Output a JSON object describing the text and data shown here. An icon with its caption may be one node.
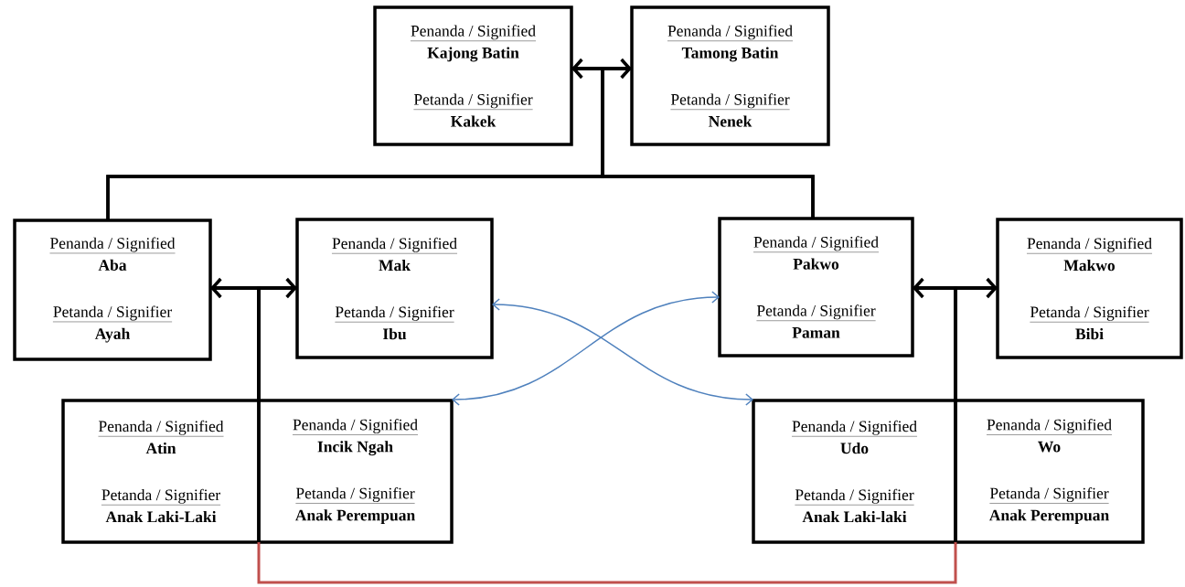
{
  "diagram": {
    "nodes": [
      {
        "text": [
          "Penanda / Signified",
          "Kajong Batin",
          "Petanda / Signifier",
          "Kakek"
        ]
      },
      {
        "text": [
          "Penanda / Signified",
          "Tamong Batin",
          "Petanda / Signifier",
          "Nenek"
        ]
      },
      {
        "text": [
          "Penanda / Signified",
          "Aba",
          "Petanda / Signifier",
          "Ayah"
        ]
      },
      {
        "text": [
          "Penanda / Signified",
          "Mak",
          "Petanda / Signifier",
          "Ibu"
        ]
      },
      {
        "text": [
          "Penanda / Signified",
          "Pakwo",
          "Petanda / Signifier",
          "Paman"
        ]
      },
      {
        "text": [
          "Penanda / Signified",
          "Makwo",
          "Petanda / Signifier",
          "Bibi"
        ]
      },
      {
        "text": [
          "Penanda / Signified",
          "Atin",
          "Petanda / Signifier",
          "Anak Laki-Laki"
        ]
      },
      {
        "text": [
          "Penanda / Signified",
          "Incik Ngah",
          "Petanda / Signifier",
          "Anak Perempuan"
        ]
      },
      {
        "text": [
          "Penanda / Signified",
          "Udo",
          "Petanda / Signifier",
          "Anak Laki-laki"
        ]
      },
      {
        "text": [
          "Penanda / Signified",
          "Wo",
          "Petanda / Signifier",
          "Anak Perempuan"
        ]
      }
    ],
    "edges": [
      {
        "from": 0,
        "to": 1,
        "arrow": "both"
      },
      {
        "from": 0,
        "to": 2,
        "arrow": "none"
      },
      {
        "from": 1,
        "to": 2,
        "arrow": "none"
      },
      {
        "from": 0,
        "to": 4,
        "arrow": "none"
      },
      {
        "from": 1,
        "to": 4,
        "arrow": "none"
      },
      {
        "from": 2,
        "to": 3,
        "arrow": "both"
      },
      {
        "from": 2,
        "to": 6,
        "arrow": "none"
      },
      {
        "from": 3,
        "to": 6,
        "arrow": "none"
      },
      {
        "from": 2,
        "to": 7,
        "arrow": "none"
      },
      {
        "from": 3,
        "to": 7,
        "arrow": "none"
      },
      {
        "from": 4,
        "to": 5,
        "arrow": "both"
      },
      {
        "from": 4,
        "to": 8,
        "arrow": "none"
      },
      {
        "from": 5,
        "to": 8,
        "arrow": "none"
      },
      {
        "from": 4,
        "to": 9,
        "arrow": "none"
      },
      {
        "from": 5,
        "to": 9,
        "arrow": "none"
      },
      {
        "from": 3,
        "to": 8,
        "arrow": "both",
        "color": "#4f81bd"
      },
      {
        "from": 4,
        "to": 7,
        "arrow": "both",
        "color": "#4f81bd"
      },
      {
        "from": 7,
        "to": 8,
        "arrow": "none",
        "color": "#c0504d"
      }
    ]
  }
}
